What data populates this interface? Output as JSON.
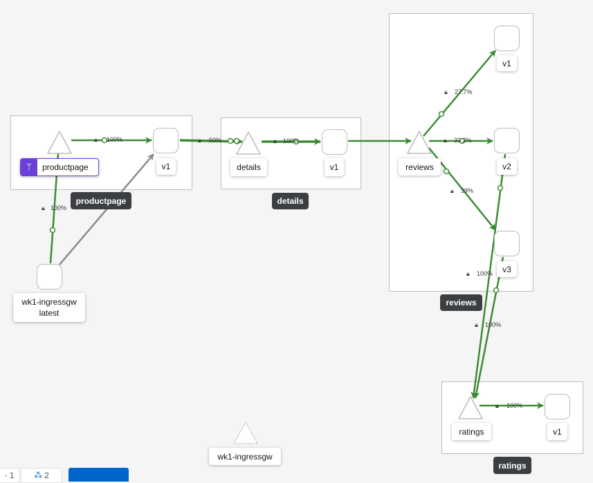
{
  "colors": {
    "edge": "#3b8a33",
    "edge_gray": "#8a8a8a",
    "app_badge": "#6b3fd9",
    "dark_label": "#3c3f42",
    "primary": "#0066cc"
  },
  "boxes": {
    "productpage": "productpage",
    "details": "details",
    "reviews": "reviews",
    "ratings": "ratings"
  },
  "nodes": {
    "productpage_service": "productpage",
    "productpage_v1": "v1",
    "details_service": "details",
    "details_v1": "v1",
    "reviews_service": "reviews",
    "reviews_v1": "v1",
    "reviews_v2": "v2",
    "reviews_v3": "v3",
    "ratings_service": "ratings",
    "ratings_v1": "v1",
    "ingress_workload_line1": "wk1-ingressgw",
    "ingress_workload_line2": "latest",
    "ingress_unknown": "wk1-ingressgw"
  },
  "edges": {
    "ingress_to_productpage": "100%",
    "productpage_to_v1": "100%",
    "productpage_v1_to_details": "50%",
    "details_to_v1": "100%",
    "reviews_to_v1": "27.7%",
    "reviews_to_v2": "33.2%",
    "reviews_to_v3": "39%",
    "v2_to_ratings": "100%",
    "v3_to_ratings": "100%",
    "ratings_to_v1": "100%"
  },
  "toolbar": {
    "count1": "1",
    "count2": "2",
    "icons": [
      "node-icon",
      "graph-icon"
    ]
  }
}
